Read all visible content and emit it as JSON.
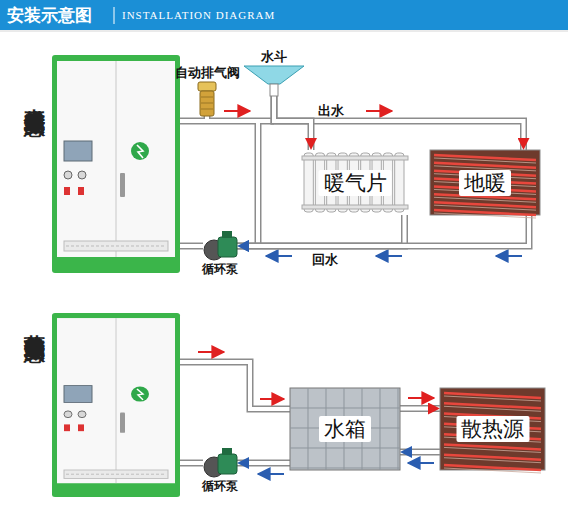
{
  "diagram": {
    "title": "安装示意图",
    "nodes": [
      {
        "text": [
          "自动排气阀"
        ]
      },
      {
        "text": [
          "水斗"
        ]
      },
      {
        "text": [
          "暖气片"
        ]
      },
      {
        "text": [
          "地暖"
        ]
      },
      {
        "text": [
          "循环泵"
        ]
      },
      {
        "text": [
          "水箱"
        ]
      },
      {
        "text": [
          "散热源"
        ]
      },
      {
        "text": [
          "循环泵"
        ]
      }
    ],
    "edges": [
      {
        "from": 1,
        "to": 3,
        "label": "出水",
        "arrow": "to"
      },
      {
        "from": 1,
        "to": 2,
        "arrow": "to"
      },
      {
        "from": 2,
        "to": 4,
        "arrow": "to"
      },
      {
        "from": 3,
        "to": 4,
        "label": "回水",
        "arrow": "to"
      },
      {
        "from": 5,
        "to": 6,
        "arrow": "to"
      },
      {
        "from": 6,
        "to": 5,
        "arrow": "to"
      },
      {
        "from": 5,
        "to": 7,
        "arrow": "to"
      }
    ],
    "labels": [
      "INSTALLATION DIAGRAM",
      "直供式安装示意图",
      "蓄热式安装示意图"
    ]
  }
}
